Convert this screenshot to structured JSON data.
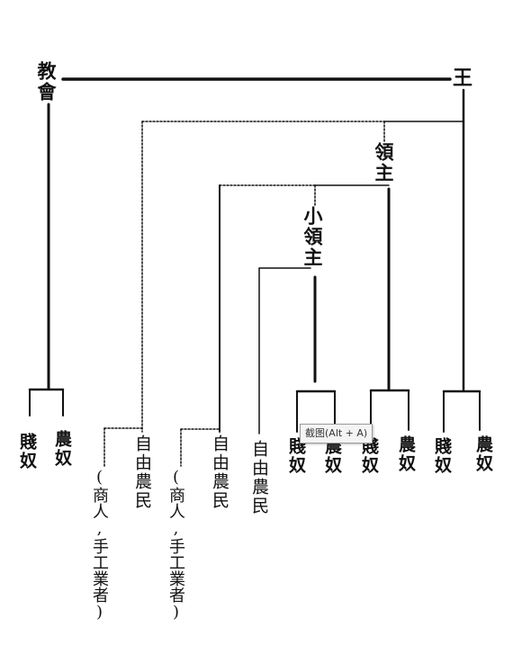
{
  "diagram": {
    "top": {
      "church": "教會",
      "king": "王"
    },
    "lords": {
      "lord": "領主",
      "small_lord": "小領主"
    },
    "leaves": {
      "church_slave": "賤奴",
      "church_serf": "農奴",
      "free_peasant_1": "自由農民",
      "free_peasant_1_note": "(商人,手工業者)",
      "free_peasant_2": "自由農民",
      "free_peasant_2_note": "(商人,手工業者)",
      "free_peasant_3": "自由農民",
      "small_lord_slave": "賤奴",
      "small_lord_serf": "農奴",
      "lord_slave": "賤奴",
      "lord_serf": "農奴",
      "king_slave": "賤奴",
      "king_serf": "農奴"
    }
  },
  "overlay": {
    "tooltip": "截图(Alt + A)"
  },
  "colors": {
    "ink": "#111111",
    "paper": "#ffffff"
  }
}
